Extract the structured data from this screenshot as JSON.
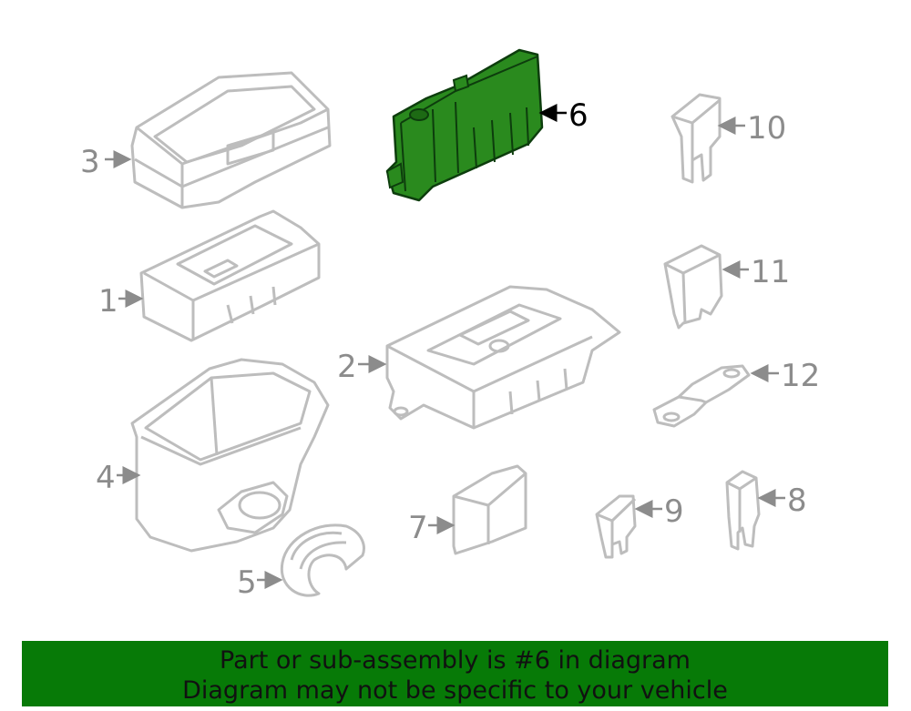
{
  "colors": {
    "outline_gray": "#bdbdbd",
    "label_gray": "#8c8c8c",
    "highlight_green": "#1f7a1f",
    "highlight_fill": "#2a8a1e",
    "banner_bg": "#077a07"
  },
  "callouts": {
    "p1": "1",
    "p2": "2",
    "p3": "3",
    "p4": "4",
    "p5": "5",
    "p6": "6",
    "p7": "7",
    "p8": "8",
    "p9": "9",
    "p10": "10",
    "p11": "11",
    "p12": "12"
  },
  "highlighted_part": "6",
  "banner": {
    "line1": "Part or sub-assembly is #6 in diagram",
    "line2": "Diagram may not be specific to your vehicle"
  }
}
